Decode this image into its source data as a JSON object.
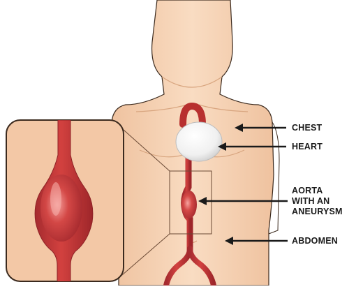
{
  "diagram": {
    "labels": {
      "chest": "CHEST",
      "heart": "HEART",
      "aorta_line1": "AORTA",
      "aorta_line2": "WITH AN",
      "aorta_line3": "ANEURYSM",
      "abdomen": "ABDOMEN"
    },
    "colors": {
      "skin": "#f7d3b5",
      "skin_shadow": "#e9b892",
      "outline": "#3b2a1e",
      "aorta": "#c9383b",
      "aorta_dark": "#a32a2e",
      "aorta_highlight": "#f08f8c",
      "heart": "#f2f2f2",
      "arrow": "#1a1a1a"
    }
  }
}
